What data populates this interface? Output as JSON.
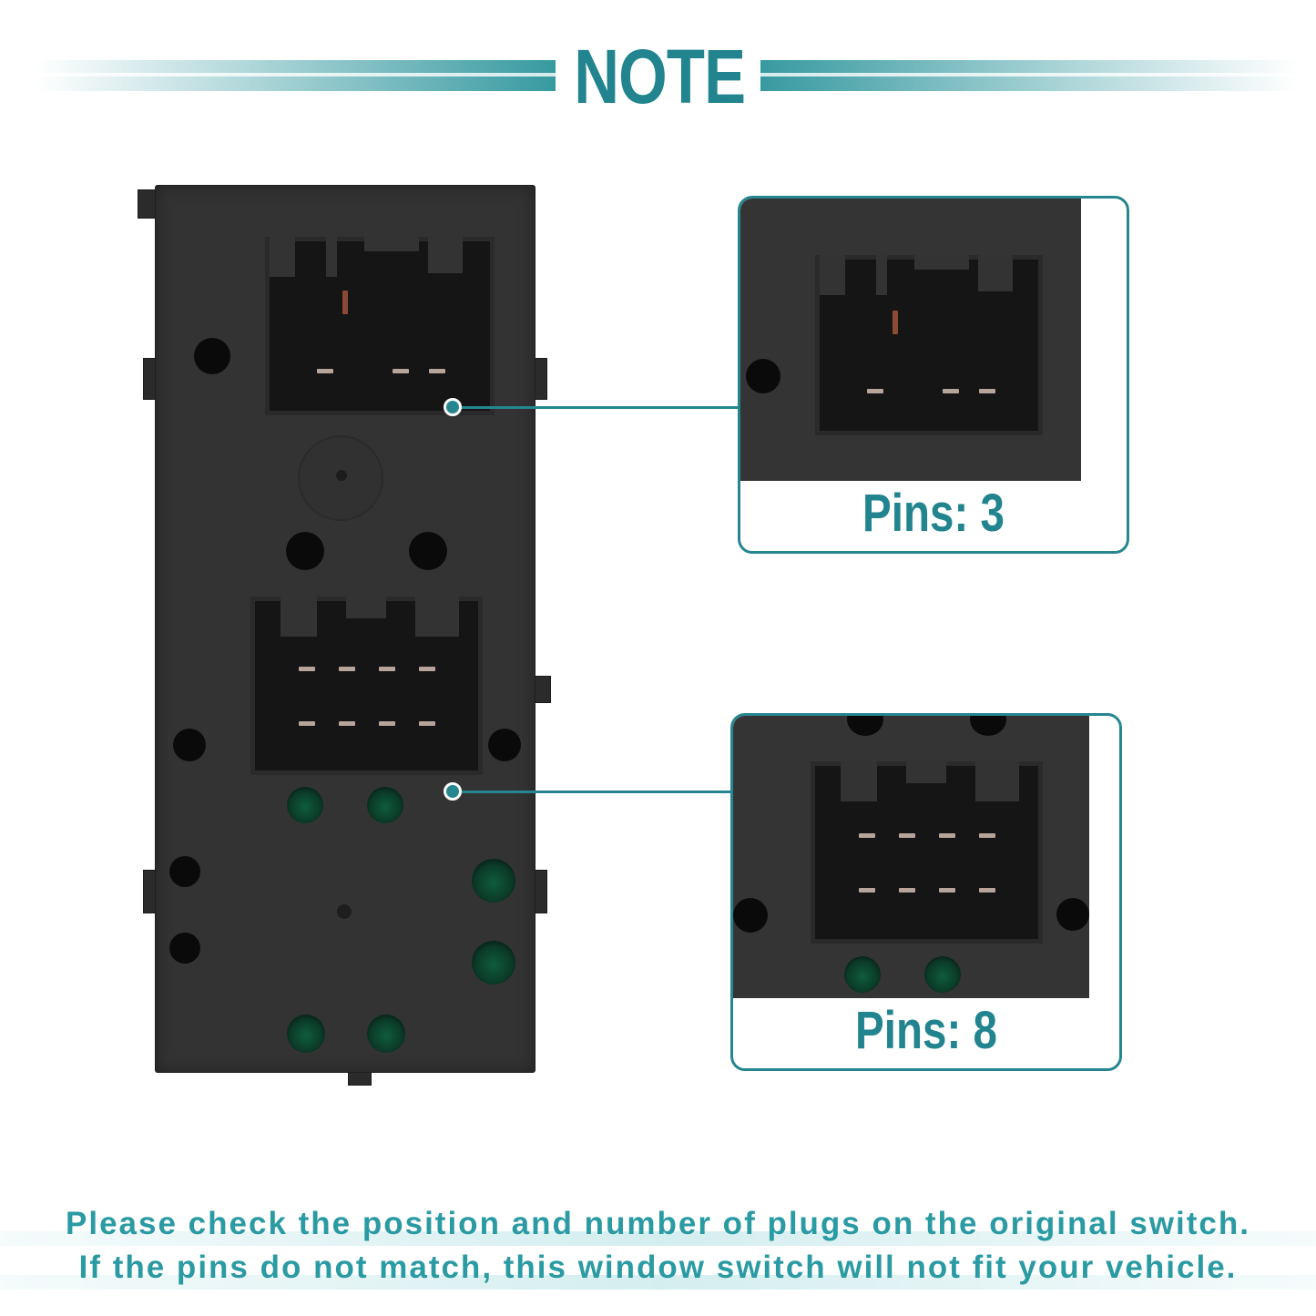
{
  "header": {
    "title": "NOTE"
  },
  "callouts": [
    {
      "label": "Pins: 3"
    },
    {
      "label": "Pins: 8"
    }
  ],
  "footer": {
    "line1": "Please check the position and number of plugs on the original switch.",
    "line2": "If the pins do not match, this window switch will not fit your vehicle."
  },
  "colors": {
    "accent": "#21848e",
    "body": "#333334"
  },
  "icons": [
    "connector-3pin",
    "connector-8pin"
  ]
}
